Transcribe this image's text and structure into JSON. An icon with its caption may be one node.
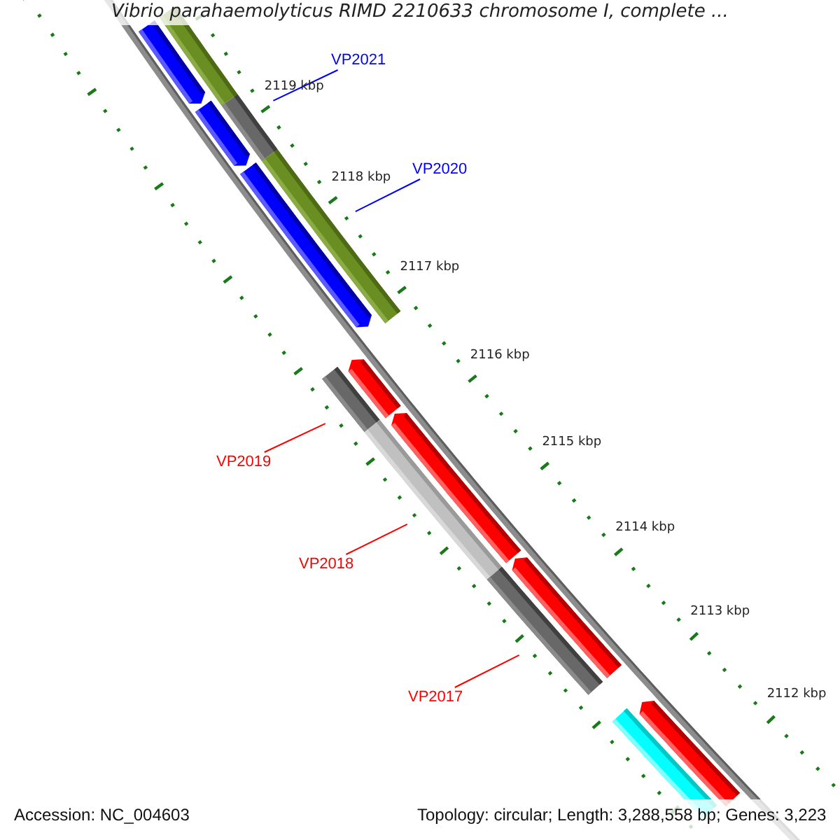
{
  "diagram": {
    "title": "Vibrio parahaemolyticus RIMD 2210633 chromosome I, complete ...",
    "nodes": [
      {
        "text": [
          "VP2021"
        ]
      },
      {
        "text": [
          "VP2020"
        ]
      },
      {
        "text": [
          "VP2019"
        ]
      },
      {
        "text": [
          "VP2018"
        ]
      },
      {
        "text": [
          "VP2017"
        ]
      },
      {
        "text": [],
        "shape": "arrow"
      },
      {
        "text": [],
        "shape": "arrow"
      },
      {
        "text": [],
        "shape": "arrow"
      },
      {
        "text": [],
        "shape": "arrow"
      },
      {
        "text": [],
        "shape": "arrow"
      },
      {
        "text": [],
        "shape": "arrow"
      },
      {
        "text": [],
        "shape": "arrow"
      }
    ],
    "edges": [
      {
        "from": 0,
        "to": 6,
        "arrow": "none",
        "color": "#0000ff"
      },
      {
        "from": 1,
        "to": 7,
        "arrow": "none",
        "color": "#0000ff"
      },
      {
        "from": 2,
        "to": 8,
        "arrow": "none"
      },
      {
        "from": 3,
        "to": 9,
        "arrow": "none"
      },
      {
        "from": 4,
        "to": 10,
        "arrow": "none"
      }
    ],
    "labels": [
      "2119 kbp",
      "2118 kbp",
      "2117 kbp",
      "2116 kbp",
      "2115 kbp",
      "2114 kbp",
      "2113 kbp",
      "2112 kbp",
      "Accession: NC_004603",
      "Topology: circular; Length: 3,288,558 bp; Genes: 3,223"
    ]
  }
}
